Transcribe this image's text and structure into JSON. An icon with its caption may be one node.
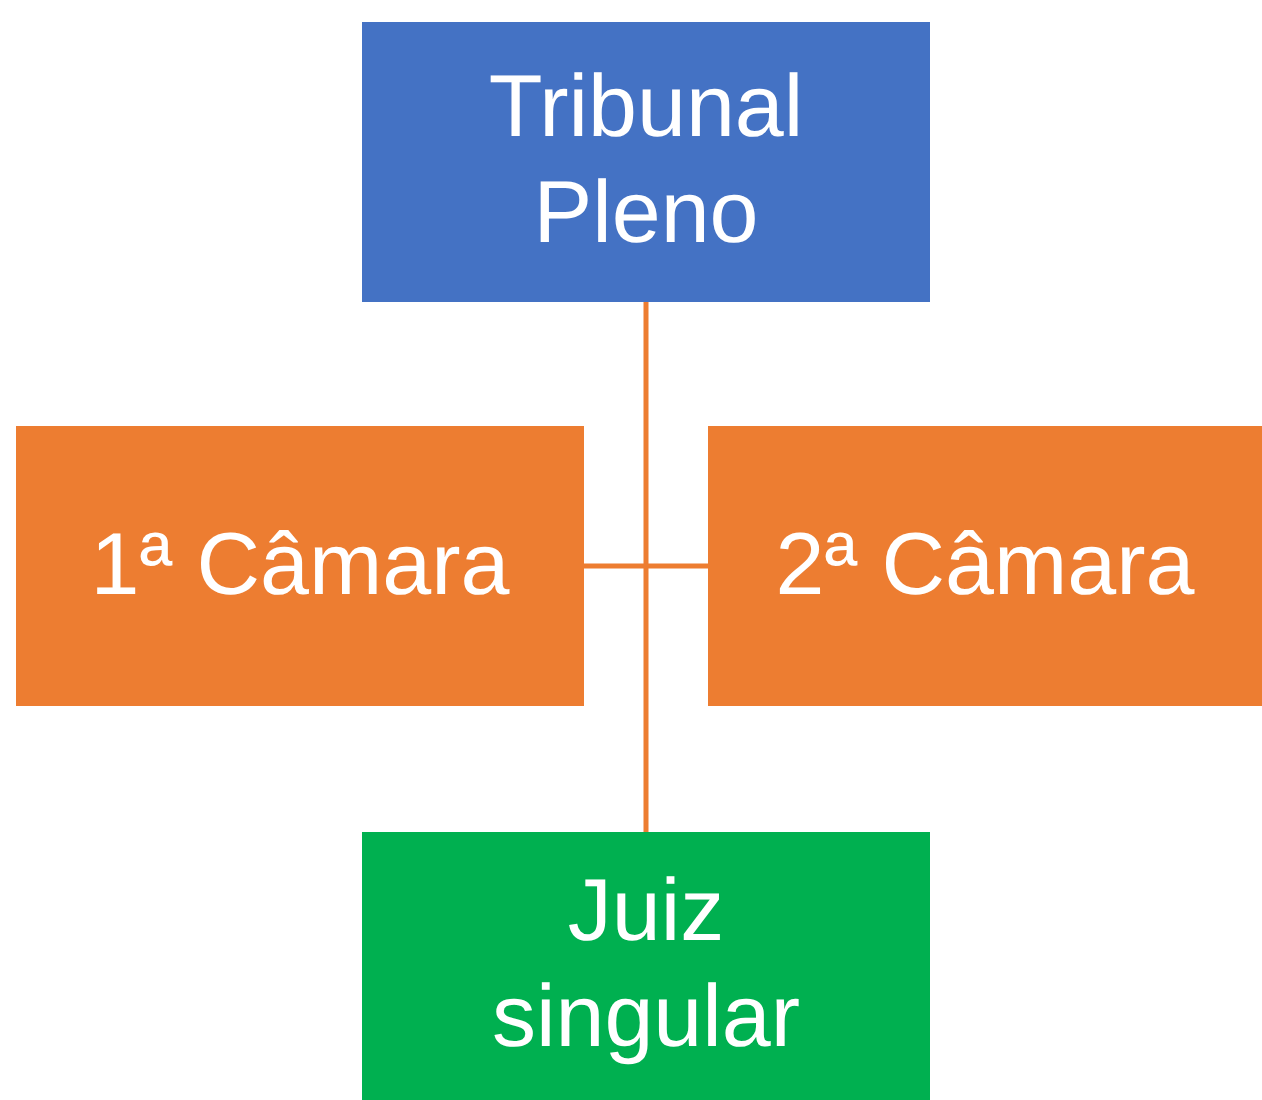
{
  "diagram": {
    "nodes": [
      {
        "text": [
          "Tribunal Pleno"
        ]
      },
      {
        "text": [
          "1ª Câmara"
        ]
      },
      {
        "text": [
          "2ª Câmara"
        ]
      },
      {
        "text": [
          "Juiz singular"
        ]
      }
    ],
    "edges": [
      {
        "from": 0,
        "to": 3,
        "arrow": "none"
      },
      {
        "from": 1,
        "to": 2,
        "arrow": "none"
      }
    ]
  }
}
